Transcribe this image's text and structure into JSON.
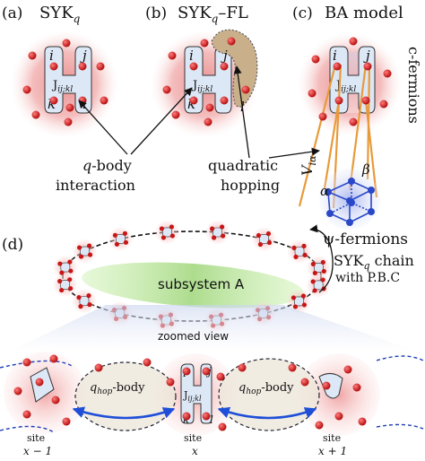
{
  "panel_a": {
    "tag": "(a)",
    "title": "SYK",
    "sub": "q"
  },
  "panel_b": {
    "tag": "(b)",
    "title": "SYK",
    "sub": "q",
    "suffix": "–FL"
  },
  "panel_c": {
    "tag": "(c)",
    "title": "BA model"
  },
  "panel_d": {
    "tag": "(d)"
  },
  "indices": {
    "i": "i",
    "j": "j",
    "k": "k",
    "l": "l",
    "coupling": "J",
    "coupling_sub": "ij;kl"
  },
  "annotations": {
    "qbody_line1_var": "q",
    "qbody_line1_rest": "-body",
    "qbody_line2": "interaction",
    "quadratic_line1": "quadratic",
    "quadratic_line2": "hopping",
    "c_fermions": "c-fermions",
    "psi_fermions": "ψ-fermions",
    "V_label": "V",
    "V_sub": "iα",
    "alpha": "α",
    "beta": "β"
  },
  "chain": {
    "title_line1": "SYK",
    "title_sub": "q",
    "title_line1_rest": " chain",
    "title_line2": "with P.B.C",
    "subsystem": "subsystem A",
    "zoom": "zoomed view"
  },
  "zoom_panel": {
    "hop_label_var": "q",
    "hop_label_sub": "hop",
    "hop_label_rest": "-body",
    "site_word": "site",
    "site_left": "x − 1",
    "site_center": "x",
    "site_right": "x + 1"
  },
  "colors": {
    "halo": "#e88a8a",
    "dot": "#d62020",
    "bubble": "#dfe9f6",
    "hop_blob": "#c9b08a",
    "orange": "#e89a3a",
    "green": "#9fd67a",
    "blue_arrow": "#1f4fd8",
    "cube": "#2a48c8"
  }
}
